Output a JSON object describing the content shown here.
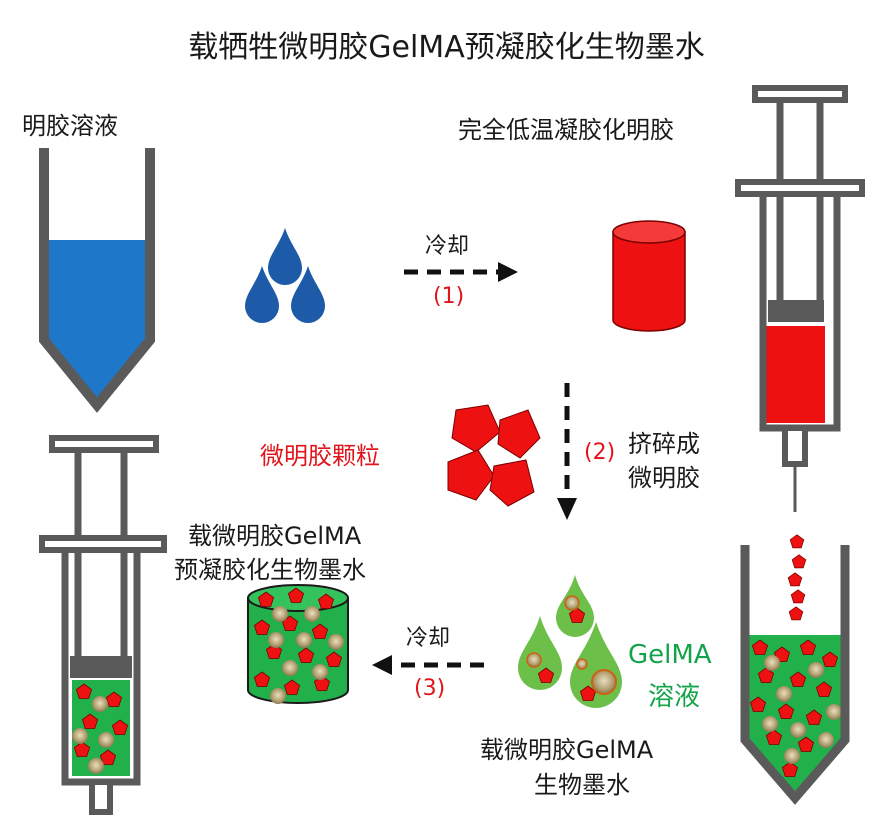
{
  "title": "载牺牲微明胶GelMA预凝胶化生物墨水",
  "labels": {
    "gelatin_solution": "明胶溶液",
    "fully_gelled": "完全低温凝胶化明胶",
    "microgel_particles": "微明胶颗粒",
    "extrude_line1": "挤碎成",
    "extrude_line2": "微明胶",
    "gelma_line1": "GelMA",
    "gelma_line2": "溶液",
    "bioink_line1": "载微明胶GelMA",
    "bioink_line2": "生物墨水",
    "pregel_line1": "载微明胶GelMA",
    "pregel_line2": "预凝胶化生物墨水"
  },
  "steps": [
    {
      "text": "冷却",
      "number": "(1)"
    },
    {
      "text": "(2)"
    },
    {
      "text": "冷却",
      "number": "(3)"
    }
  ],
  "colors": {
    "gelatin_blue": "#1f77c9",
    "drop_blue": "#1d5aa8",
    "gel_red": "#ee1111",
    "gelma_green": "#22b04b",
    "drop_green": "#6cc04a",
    "device_gray": "#5a5a5a",
    "label_red": "#e0141b",
    "label_green": "#14a34a"
  }
}
